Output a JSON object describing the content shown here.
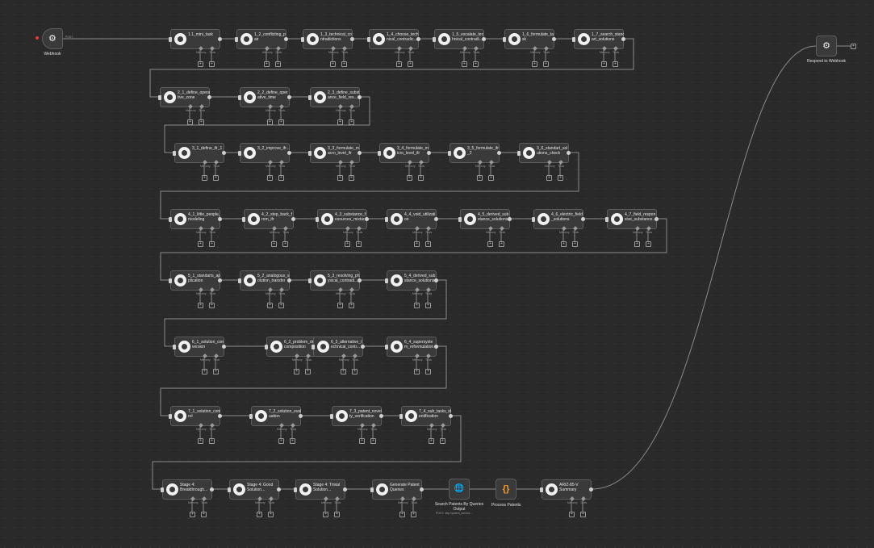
{
  "trigger": {
    "label": "Webhook",
    "method": "POST"
  },
  "respond": {
    "label": "Respond to Webhook"
  },
  "search": {
    "label": "Search Patents By Queries Output",
    "sub": "POST: http://patent_service..."
  },
  "process": {
    "label": "Process Patents"
  },
  "sub_labels": {
    "memory": "Memory",
    "tools": "Tools"
  },
  "rows": [
    [
      "1.1_mini_task",
      "1_2_conflicting_p air",
      "1_3_technical_co ntradictions",
      "1_4_choose_tech nical_contradic...",
      "1_5_escalate_tec hnical_contradi...",
      "1_6_formulate_ta sk",
      "1_7_search_stand art_solutions"
    ],
    [
      "2_1_define_opera tive_zone",
      "2_2_define_oper ative_time",
      "2_3_define_subst ance_field_res..."
    ],
    [
      "3_1_define_ifr_1",
      "3_2_improve_ifr...",
      "3_3_formulate_m acro_level_ifr",
      "3_4_formulate_m icro_level_ifr",
      "3_5_formulate_ifr _2",
      "3_6_standart_sol utions_check"
    ],
    [
      "4_1_little_people_ modeling",
      "4_2_step_back_f rom_ifr",
      "4_3_substance_f esources_mixtur...",
      "4_4_void_utilizati on",
      "4_5_derived_sub stance_solutions",
      "4_6_electric_field _solutions",
      "4_7_field_respon sive_substance..."
    ],
    [
      "5_1_standarts_ap plication",
      "5_2_analogous_s olution_transfer",
      "5_3_resolving_ph ysical_contradi...",
      "5_4_derived_sub stance_solutions"
    ],
    [
      "6_1_solution_con version",
      "6_2_problem_de composition",
      "6_3_alternative_t echnical_contr...",
      "6_4_supersyste m_reformulation"
    ],
    [
      "7_1_solution_cont rol",
      "7_2_solution_eval uation",
      "7_3_patent_novel ty_verification",
      "7_4_sub_tasks_id entification"
    ],
    [
      "Stage 4: Breakthrough...",
      "Stage 4: Good Solution...",
      "Stage 4: Trivial Solution...",
      "Generate Patent Queries",
      "",
      "",
      "ARIZ-85-V Summary"
    ]
  ]
}
